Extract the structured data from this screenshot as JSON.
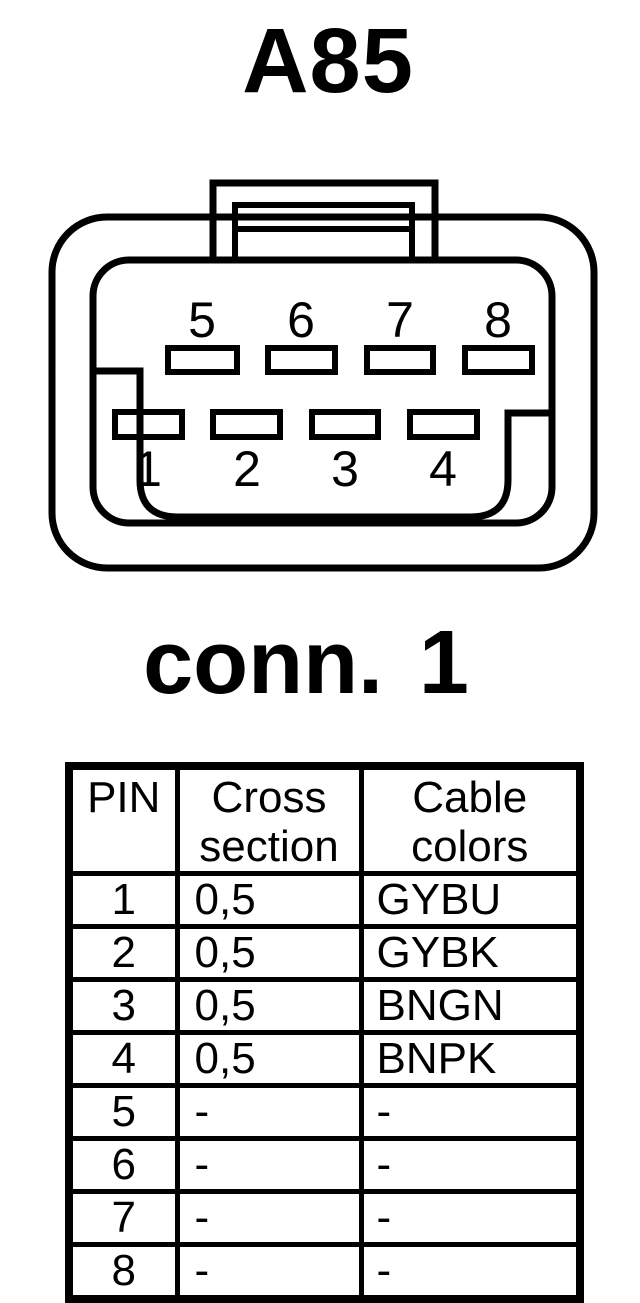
{
  "page": {
    "ink": "#000000",
    "paper": "#ffffff"
  },
  "titles": {
    "connector_id": "A85",
    "connector_caption": "conn. 1"
  },
  "connector": {
    "top_pins": [
      "5",
      "6",
      "7",
      "8"
    ],
    "bottom_pins": [
      "1",
      "2",
      "3",
      "4"
    ]
  },
  "table": {
    "headers": {
      "pin": "PIN",
      "cross_section": "Cross section",
      "cable_colors": "Cable colors"
    },
    "rows": [
      {
        "pin": "1",
        "cross_section": "0,5",
        "cable_color": "GYBU"
      },
      {
        "pin": "2",
        "cross_section": "0,5",
        "cable_color": "GYBK"
      },
      {
        "pin": "3",
        "cross_section": "0,5",
        "cable_color": "BNGN"
      },
      {
        "pin": "4",
        "cross_section": "0,5",
        "cable_color": "BNPK"
      },
      {
        "pin": "5",
        "cross_section": "-",
        "cable_color": "-"
      },
      {
        "pin": "6",
        "cross_section": "-",
        "cable_color": "-"
      },
      {
        "pin": "7",
        "cross_section": "-",
        "cable_color": "-"
      },
      {
        "pin": "8",
        "cross_section": "-",
        "cable_color": "-"
      }
    ]
  }
}
